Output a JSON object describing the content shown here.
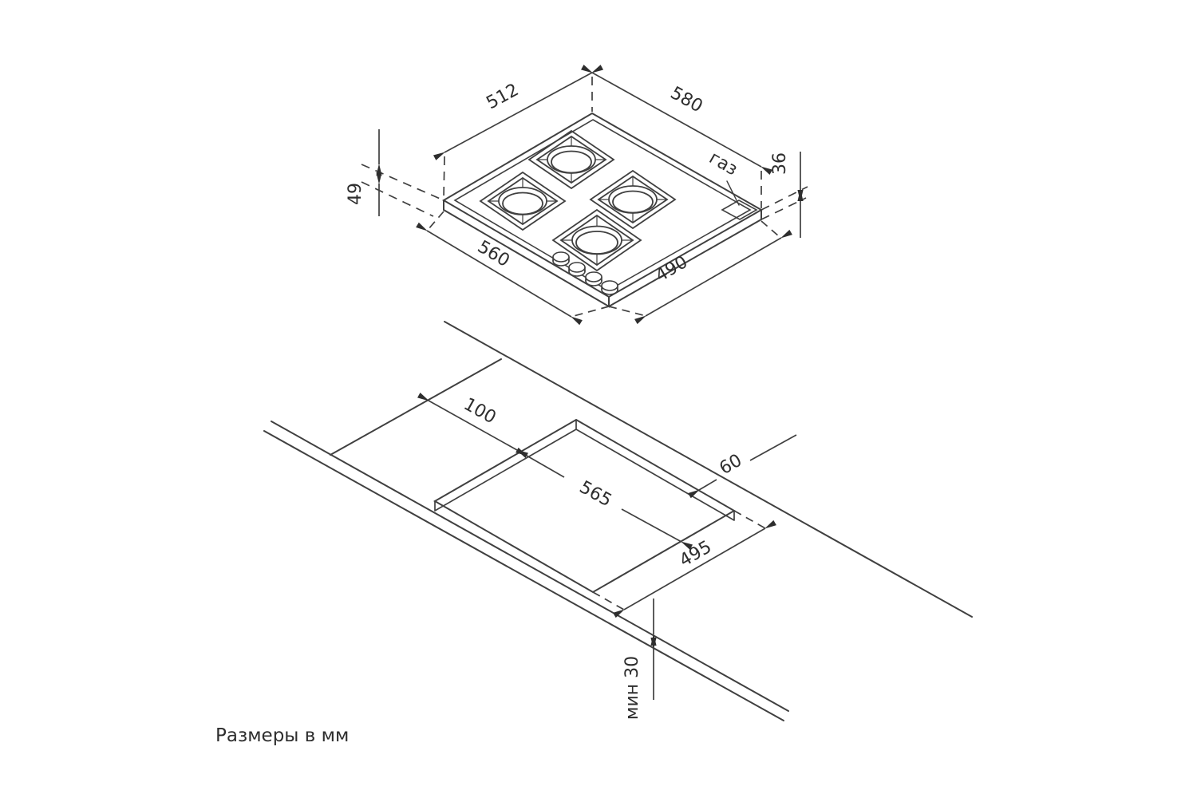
{
  "note": "Размеры в мм",
  "hob_view": {
    "gas_label": "газ",
    "dims": {
      "width_top": "512",
      "depth_top": "580",
      "height_left": "49",
      "height_right": "36",
      "width_bottom": "560",
      "depth_bottom": "490"
    }
  },
  "cutout_view": {
    "dims": {
      "edge_offset": "100",
      "cutout_length": "565",
      "back_gap": "60",
      "cutout_width": "495",
      "min_thickness": "мин 30"
    }
  },
  "colors": {
    "line": "#404040",
    "text": "#2e2e2e",
    "background": "#ffffff"
  }
}
